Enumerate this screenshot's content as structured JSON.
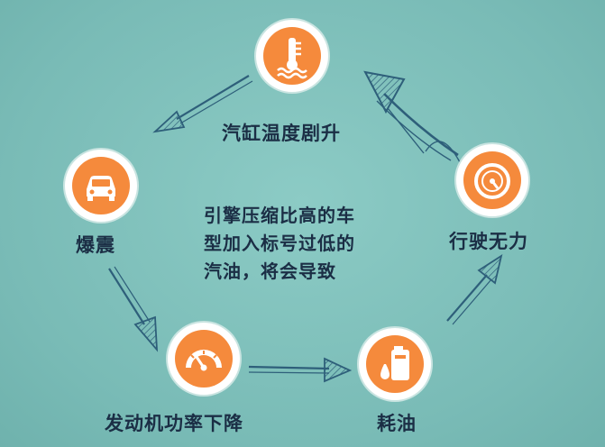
{
  "nodes": [
    {
      "id": "coolant-temp",
      "label": "汽缸温度剧升",
      "icon": "coolant-temperature-icon"
    },
    {
      "id": "knocking",
      "label": "爆震",
      "icon": "car-icon"
    },
    {
      "id": "power-loss",
      "label": "发动机功率下降",
      "icon": "speedometer-icon"
    },
    {
      "id": "fuel-consumption",
      "label": "耗油",
      "icon": "oil-can-icon"
    },
    {
      "id": "weak-driving",
      "label": "行驶无力",
      "icon": "gauge-icon"
    }
  ],
  "center": {
    "lines": [
      "引擎压缩比高的车",
      "型加入标号过低的",
      "汽油，将会导致"
    ]
  },
  "colors": {
    "background": "#7dbfba",
    "accent": "#f58a3c",
    "text": "#1b2e45",
    "arrow": "#2e5f7a"
  }
}
